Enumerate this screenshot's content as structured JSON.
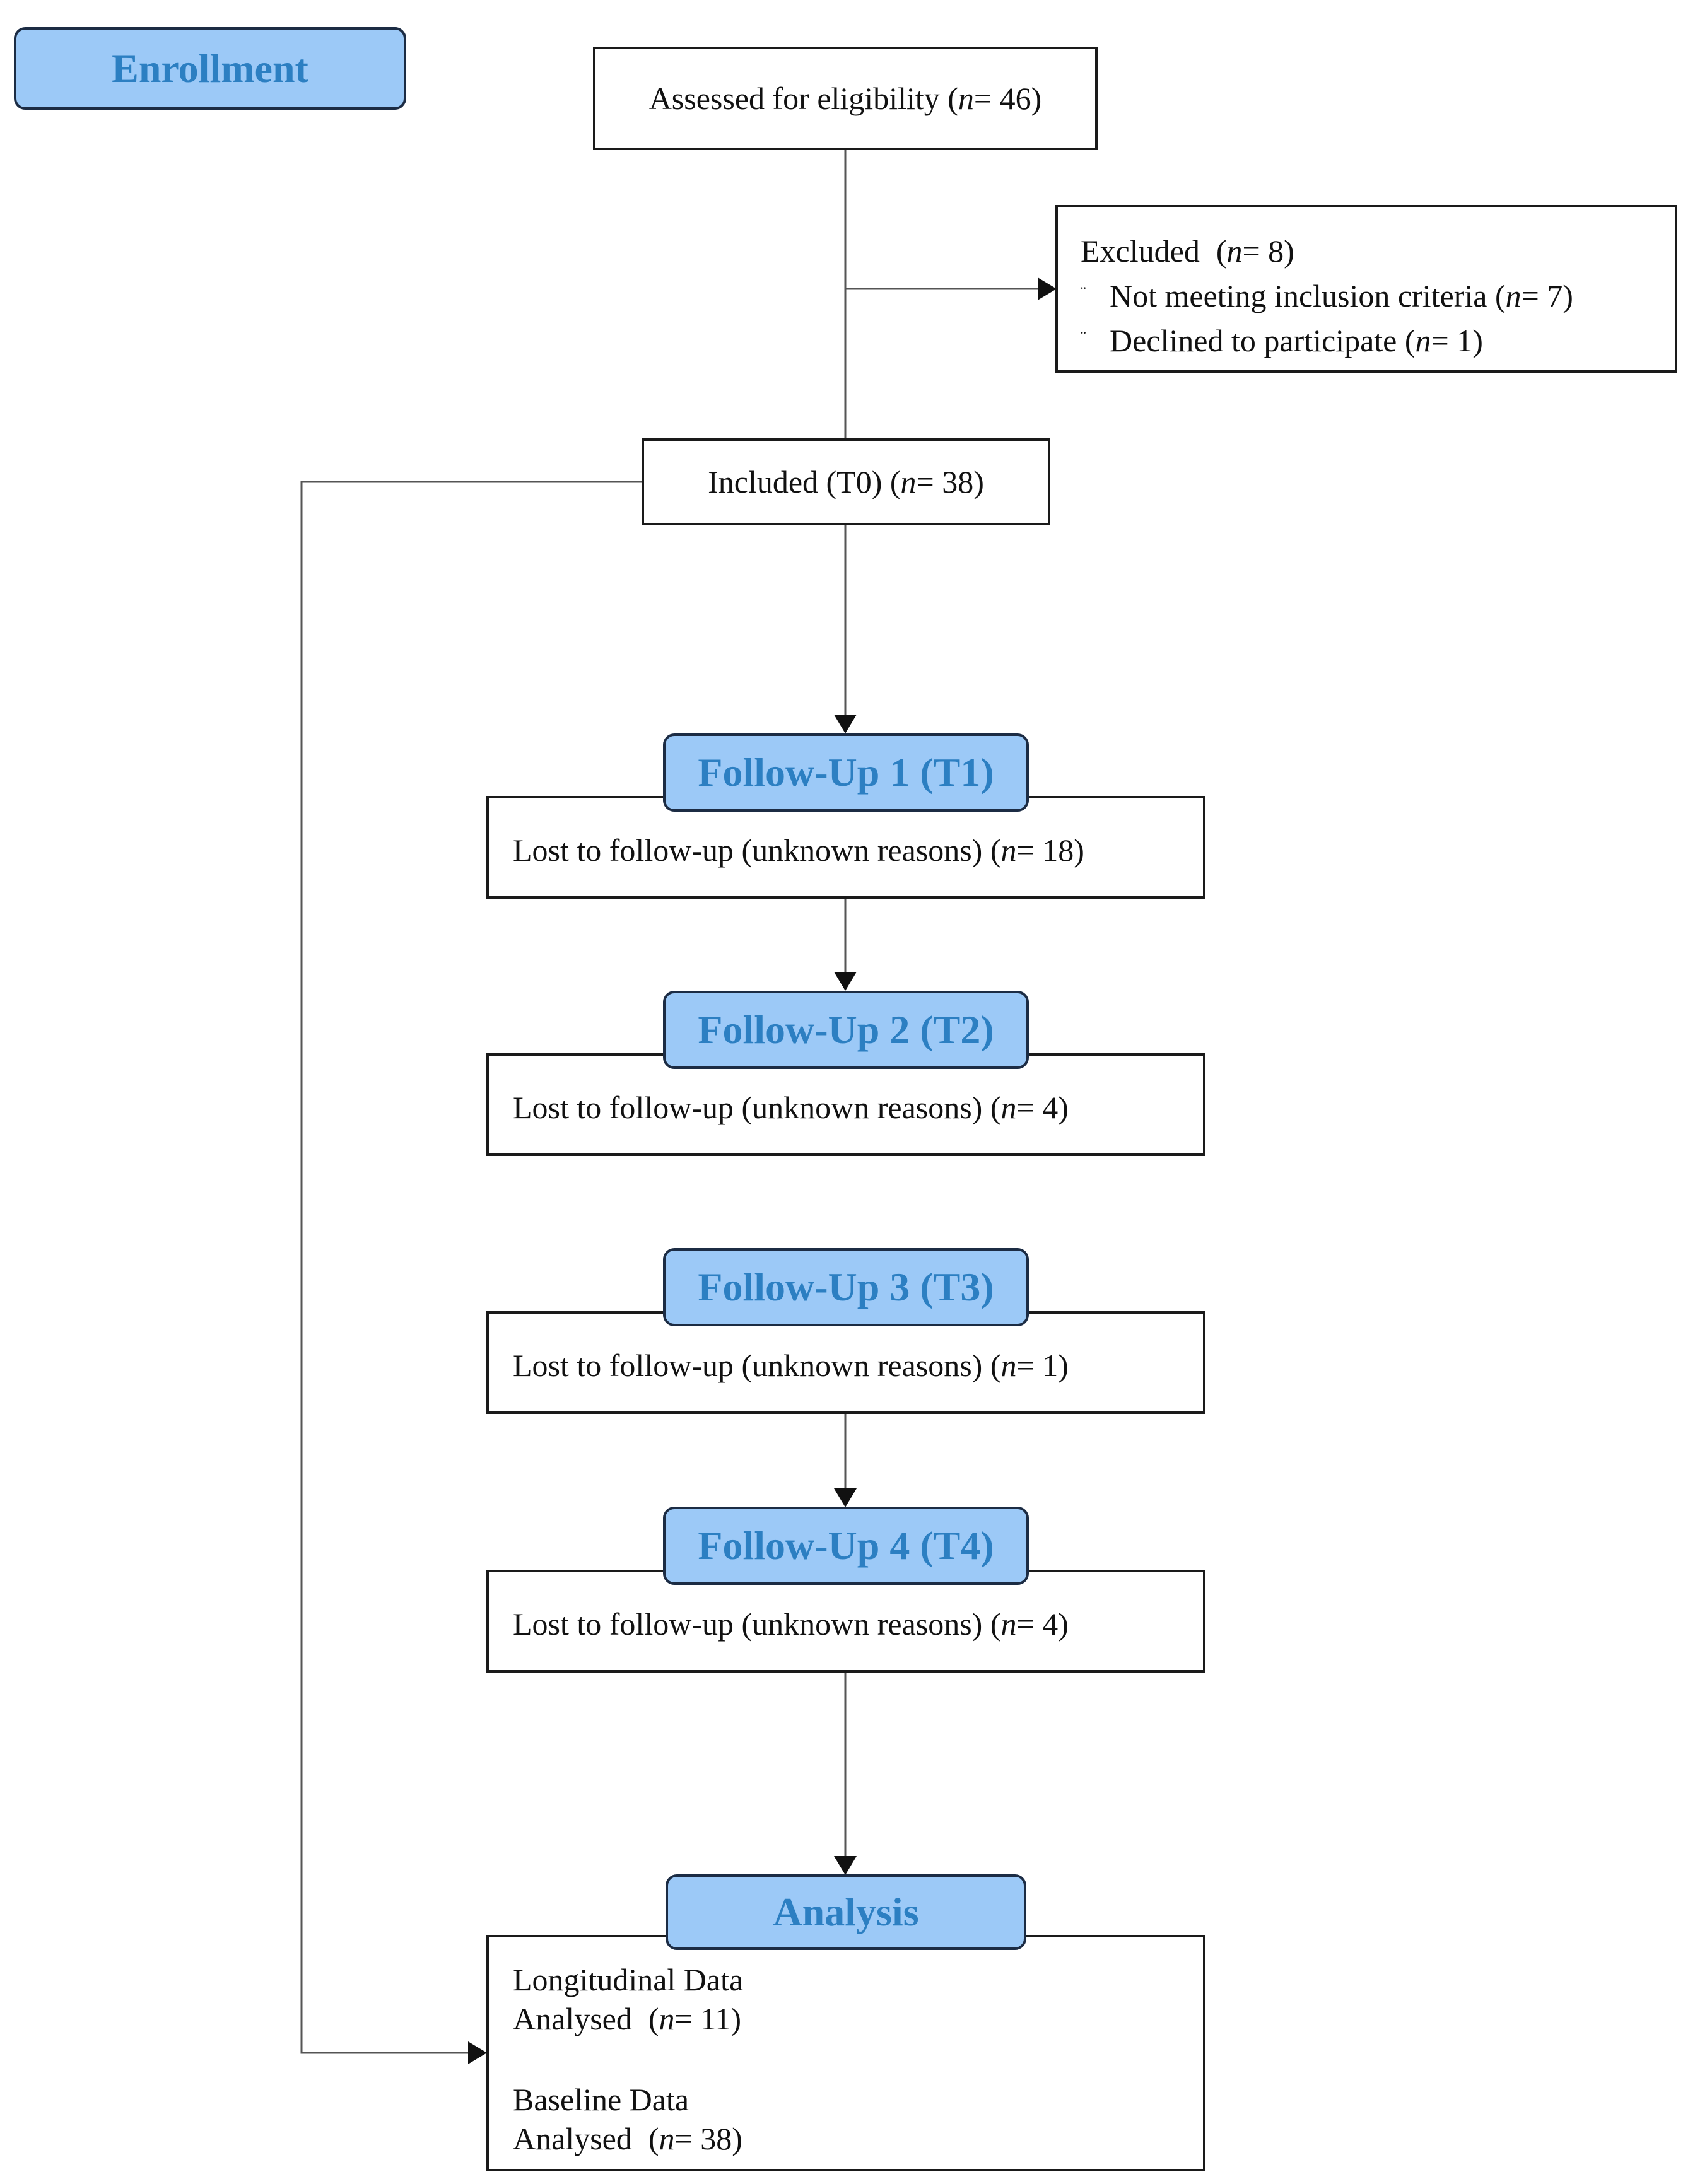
{
  "stages": {
    "enrollment": "Enrollment",
    "followup1": "Follow-Up 1 (T1)",
    "followup2": "Follow-Up 2 (T2)",
    "followup3": "Follow-Up 3 (T3)",
    "followup4": "Follow-Up 4 (T4)",
    "analysis": "Analysis"
  },
  "assessed": {
    "label": "Assessed for eligibility (",
    "n_symbol": "n",
    "value": " = 46)"
  },
  "excluded": {
    "title": "Excluded",
    "title_value": "(",
    "title_n": "n",
    "title_count": " = 8)",
    "bullet_symbol": "¨",
    "reasons": [
      {
        "label": "Not meeting inclusion criteria (",
        "n_symbol": "n",
        "value": " = 7)"
      },
      {
        "label": "Declined to participate (",
        "n_symbol": "n",
        "value": " = 1)"
      }
    ]
  },
  "included": {
    "label": "Included (T0) (",
    "n_symbol": "n",
    "value": " = 38)"
  },
  "followups": [
    {
      "label": "Lost to follow-up (unknown reasons) (",
      "n_symbol": "n",
      "value": " = 18)"
    },
    {
      "label": "Lost to follow-up (unknown reasons) (",
      "n_symbol": "n",
      "value": " = 4)"
    },
    {
      "label": "Lost to follow-up (unknown reasons) (",
      "n_symbol": "n",
      "value": " = 1)"
    },
    {
      "label": "Lost to follow-up (unknown reasons) (",
      "n_symbol": "n",
      "value": " = 4)"
    }
  ],
  "analysis": {
    "longitudinal_title": "Longitudinal Data",
    "longitudinal_label": "Analysed",
    "longitudinal_open": "(",
    "longitudinal_n": "n",
    "longitudinal_value": " = 11)",
    "baseline_title": "Baseline Data",
    "baseline_label": "Analysed",
    "baseline_open": "(",
    "baseline_n": "n",
    "baseline_value": " = 38)"
  },
  "colors": {
    "stage_fill": "#9cc9f7",
    "stage_text": "#2c7fc2",
    "line": "#555555",
    "arrowhead": "#111111"
  }
}
